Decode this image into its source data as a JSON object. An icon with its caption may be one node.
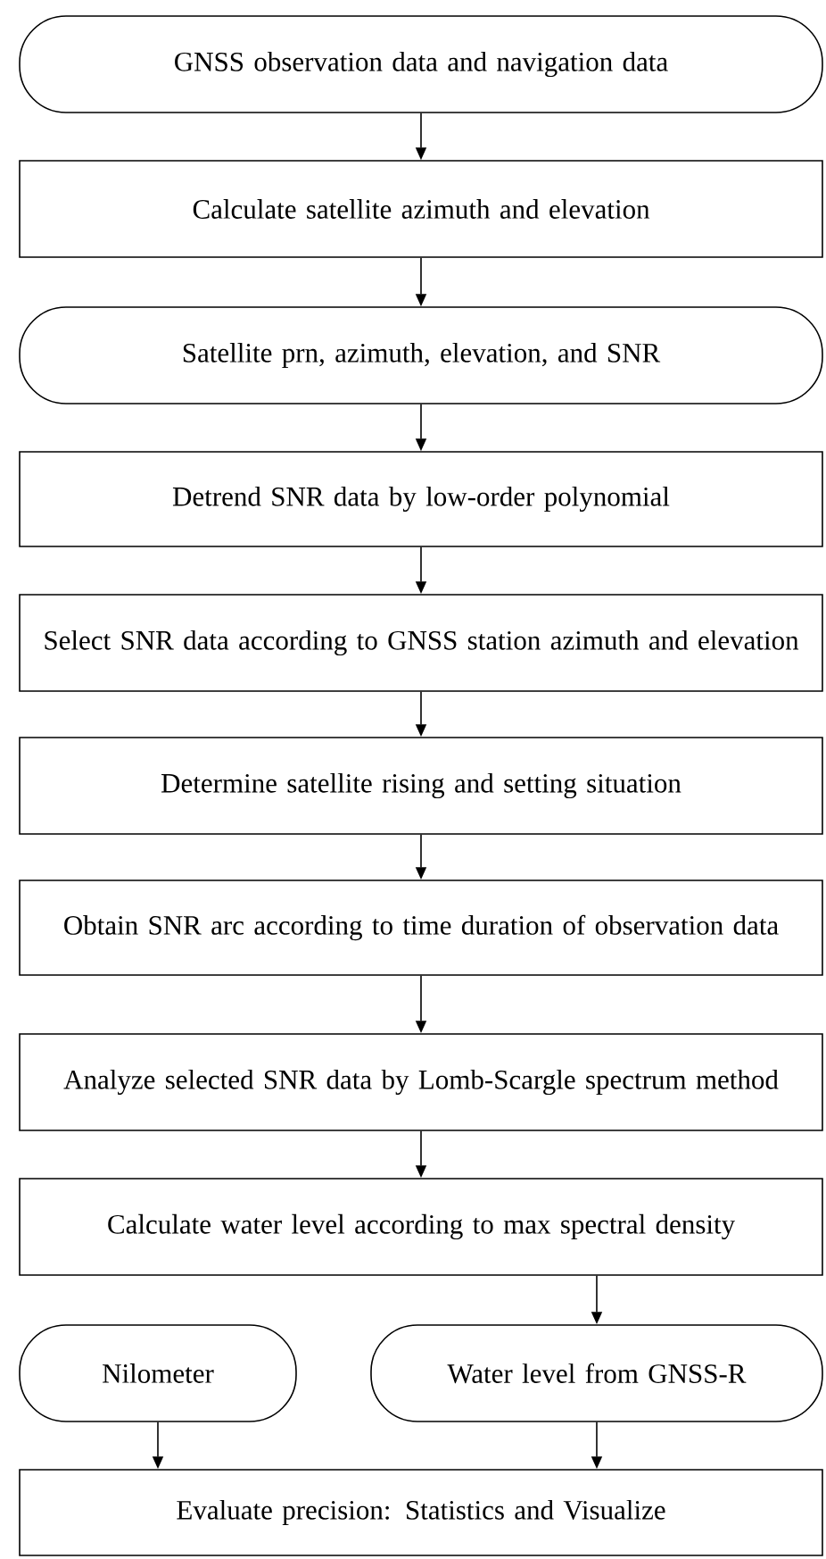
{
  "diagram": {
    "nodes": [
      {
        "text": [
          "GNSS observation data and navigation data"
        ]
      },
      {
        "text": [
          "Calculate satellite azimuth and elevation"
        ]
      },
      {
        "text": [
          "Satellite prn, azimuth, elevation, and SNR"
        ]
      },
      {
        "text": [
          "Detrend SNR data by low-order polynomial"
        ]
      },
      {
        "text": [
          "Select SNR data according to GNSS station azimuth and elevation"
        ]
      },
      {
        "text": [
          "Determine satellite rising and setting situation"
        ]
      },
      {
        "text": [
          "Obtain SNR arc according to time duration of observation data"
        ]
      },
      {
        "text": [
          "Analyze selected SNR data by Lomb-Scargle spectrum method"
        ]
      },
      {
        "text": [
          "Calculate water level according to max spectral density"
        ]
      },
      {
        "text": [
          "Nilometer"
        ]
      },
      {
        "text": [
          "Water level from GNSS-R"
        ]
      },
      {
        "text": [
          "Evaluate precision: Statistics and Visualize"
        ]
      }
    ],
    "edges": [
      {
        "from": 0,
        "to": 1,
        "arrow": "to"
      },
      {
        "from": 1,
        "to": 2,
        "arrow": "to"
      },
      {
        "from": 2,
        "to": 3,
        "arrow": "to"
      },
      {
        "from": 3,
        "to": 4,
        "arrow": "to"
      },
      {
        "from": 4,
        "to": 5,
        "arrow": "to"
      },
      {
        "from": 5,
        "to": 6,
        "arrow": "to"
      },
      {
        "from": 6,
        "to": 7,
        "arrow": "to"
      },
      {
        "from": 7,
        "to": 8,
        "arrow": "to"
      },
      {
        "from": 8,
        "to": 10,
        "arrow": "to"
      },
      {
        "from": 9,
        "to": 11,
        "arrow": "to"
      },
      {
        "from": 10,
        "to": 11,
        "arrow": "to"
      }
    ]
  }
}
